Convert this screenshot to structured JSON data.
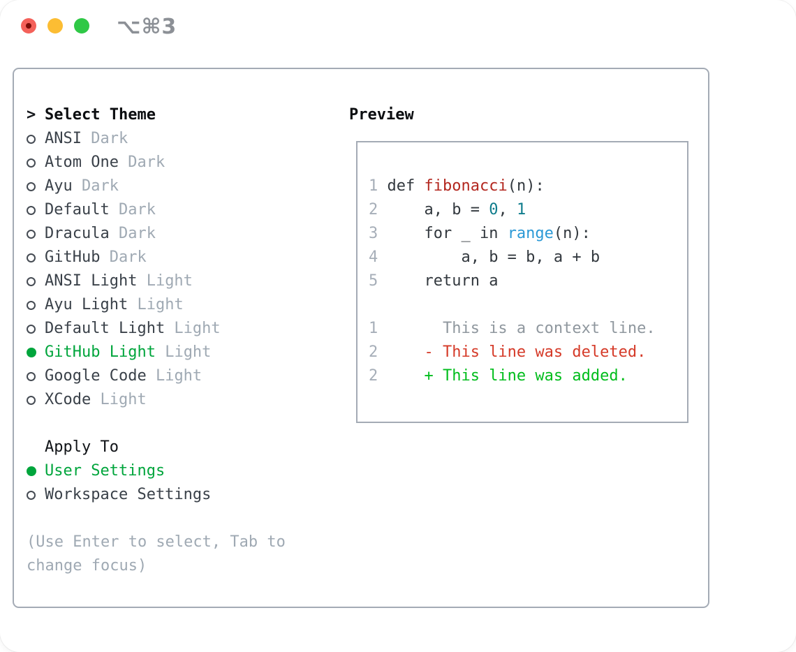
{
  "titlebar": {
    "shortcut": "⌥⌘3",
    "buttons": [
      "close",
      "minimize",
      "zoom"
    ]
  },
  "theme_panel": {
    "prompt": ">",
    "title": "Select Theme",
    "items": [
      {
        "name": "ANSI",
        "variant": "Dark",
        "selected": false
      },
      {
        "name": "Atom One",
        "variant": "Dark",
        "selected": false
      },
      {
        "name": "Ayu",
        "variant": "Dark",
        "selected": false
      },
      {
        "name": "Default",
        "variant": "Dark",
        "selected": false
      },
      {
        "name": "Dracula",
        "variant": "Dark",
        "selected": false
      },
      {
        "name": "GitHub",
        "variant": "Dark",
        "selected": false
      },
      {
        "name": "ANSI Light",
        "variant": "Light",
        "selected": false
      },
      {
        "name": "Ayu Light",
        "variant": "Light",
        "selected": false
      },
      {
        "name": "Default Light",
        "variant": "Light",
        "selected": false
      },
      {
        "name": "GitHub Light",
        "variant": "Light",
        "selected": true
      },
      {
        "name": "Google Code",
        "variant": "Light",
        "selected": false
      },
      {
        "name": "XCode",
        "variant": "Light",
        "selected": false
      }
    ]
  },
  "apply_to": {
    "title": "Apply To",
    "options": [
      {
        "label": "User Settings",
        "selected": true
      },
      {
        "label": "Workspace Settings",
        "selected": false
      }
    ]
  },
  "help_lines": [
    "(Use Enter to select, Tab to",
    "change focus)"
  ],
  "preview": {
    "title": "Preview",
    "lines": [
      {
        "num": "1",
        "tokens": [
          {
            "t": " def ",
            "c": "code"
          },
          {
            "t": "fibonacci",
            "c": "fn"
          },
          {
            "t": "(n):",
            "c": "code"
          }
        ]
      },
      {
        "num": "2",
        "tokens": [
          {
            "t": "     a, b = ",
            "c": "code"
          },
          {
            "t": "0",
            "c": "lit"
          },
          {
            "t": ", ",
            "c": "code"
          },
          {
            "t": "1",
            "c": "lit"
          }
        ]
      },
      {
        "num": "3",
        "tokens": [
          {
            "t": "     for _ in ",
            "c": "code"
          },
          {
            "t": "range",
            "c": "call"
          },
          {
            "t": "(n):",
            "c": "code"
          }
        ]
      },
      {
        "num": "4",
        "tokens": [
          {
            "t": "         a, b = b, a + b",
            "c": "code"
          }
        ]
      },
      {
        "num": "5",
        "tokens": [
          {
            "t": "     return a",
            "c": "code"
          }
        ]
      },
      {
        "num": "",
        "tokens": []
      },
      {
        "num": "1",
        "tokens": [
          {
            "t": "       This is a context line.",
            "c": "ctx"
          }
        ]
      },
      {
        "num": "2",
        "tokens": [
          {
            "t": "     - This line was deleted.",
            "c": "del"
          }
        ]
      },
      {
        "num": "2",
        "tokens": [
          {
            "t": "     + This line was added.",
            "c": "add"
          }
        ]
      }
    ]
  },
  "colors": {
    "selected_green": "#00a53c",
    "added_green": "#00bd1c",
    "deleted_red": "#d53a28",
    "function_red": "#b3271f",
    "literal_teal": "#0e7c8c",
    "builtin_blue": "#2b99d6",
    "text_dark": "#3a4149",
    "muted_gray": "#9fa9b3",
    "border_gray": "#a4abb5",
    "traffic_red": "#f4615a",
    "traffic_yellow": "#fcbd33",
    "traffic_green": "#2fc846"
  }
}
